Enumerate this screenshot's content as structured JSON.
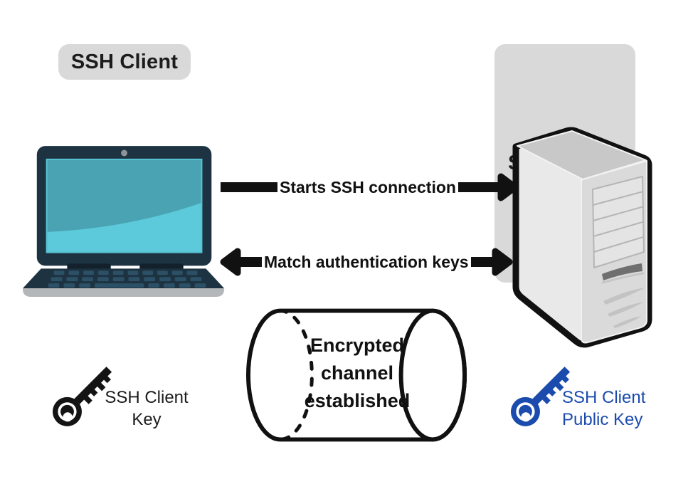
{
  "badges": {
    "client": "SSH Client",
    "server": "SSH Server"
  },
  "arrows": {
    "start_label": "Starts SSH connection",
    "match_label": "Match authentication keys"
  },
  "cylinder": {
    "lines": [
      "Encrypted",
      "channel",
      "established"
    ]
  },
  "keys": {
    "client": {
      "lines": [
        "SSH Client",
        "Key"
      ]
    },
    "server": {
      "lines": [
        "SSH Client",
        "Public Key"
      ]
    }
  },
  "colors": {
    "badge_bg": "#d9d9d9",
    "arrow_black": "#111111",
    "laptop_body": "#1d3341",
    "laptop_screen_top": "#49a3b2",
    "laptop_screen_bottom": "#5ccadb",
    "server_face": "#e9e9e9",
    "client_key": "#141414",
    "server_key_blue": "#1a4bad"
  }
}
